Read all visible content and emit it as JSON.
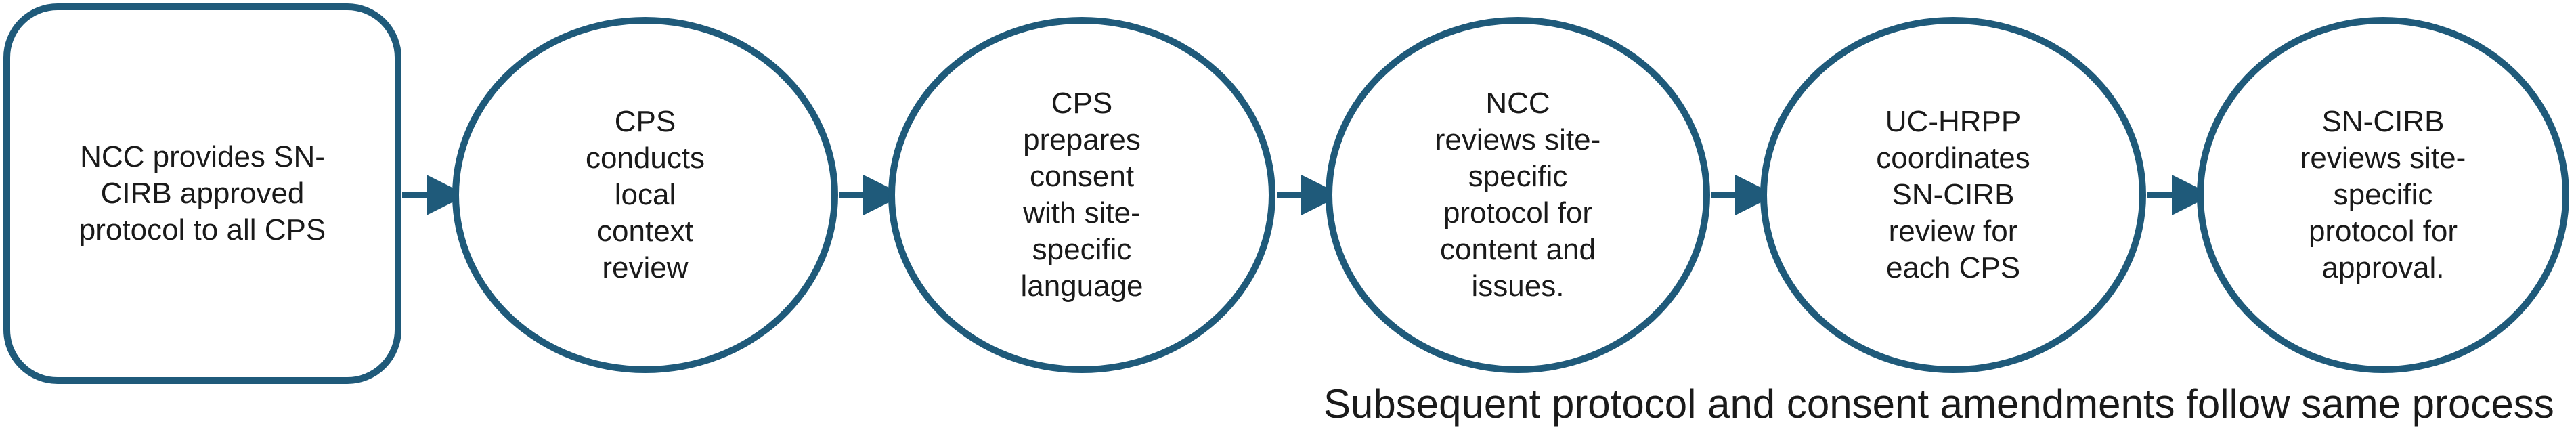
{
  "diagram": {
    "colors": {
      "stroke": "#1f5a7a",
      "arrow": "#1f5a7a",
      "text": "#1a1a1a"
    },
    "steps": [
      {
        "label": "NCC provides SN-\nCIRB approved\nprotocol to all CPS"
      },
      {
        "label": "CPS\nconducts\nlocal\ncontext\nreview"
      },
      {
        "label": "CPS\nprepares\nconsent\nwith site-\nspecific\nlanguage"
      },
      {
        "label": "NCC\nreviews site-\nspecific\nprotocol for\ncontent and\nissues."
      },
      {
        "label": "UC-HRPP\ncoordinates\nSN-CIRB\nreview for\neach CPS"
      },
      {
        "label": "SN-CIRB\nreviews site-\nspecific\nprotocol for\napproval."
      }
    ],
    "footer": "Subsequent protocol and consent amendments follow same process"
  }
}
